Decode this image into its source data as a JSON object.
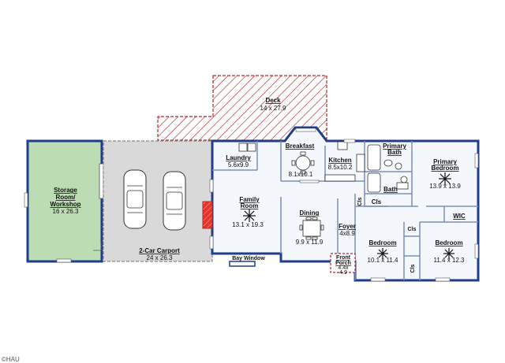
{
  "colors": {
    "wall": "#1f3d8a",
    "interior": "#f4f8fd",
    "storage_fill": "#bcdcb4",
    "carport_fill": "#d9d9d9",
    "hatch": "#b3262b",
    "fireplace": "#e5332a",
    "stair_fill": "#ffffff"
  },
  "rooms": {
    "deck": {
      "name": "Deck",
      "dims": "14 x 27.9"
    },
    "storage": {
      "line1": "Storage",
      "line2": "Room/",
      "line3": "Workshop",
      "dims": "16 x 26.3"
    },
    "carport": {
      "name": "2-Car Carport",
      "dims": "24 x 26.3"
    },
    "laundry": {
      "name": "Laundry",
      "dims": "5.6x9.9"
    },
    "breakfast": {
      "name": "Breakfast",
      "dims": "8.1x10.1"
    },
    "kitchen": {
      "name": "Kitchen",
      "dims": "8.5x10.2"
    },
    "family": {
      "line1": "Family",
      "line2": "Room",
      "dims": "13.1 x 19.3"
    },
    "dining": {
      "name": "Dining",
      "dims": "9.9 x 11.9"
    },
    "foyer": {
      "name": "Foyer",
      "dims": "4x8.9"
    },
    "porch": {
      "line1": "Front",
      "line2": "Porch",
      "dims": "4.4x",
      "dims2": "4.9"
    },
    "primary_bath": {
      "line1": "Primary",
      "line2": "Bath"
    },
    "bath": {
      "name": "Bath"
    },
    "primary_bedroom": {
      "line1": "Primary",
      "line2": "Bedroom",
      "dims": "13.9 x 13.9"
    },
    "wic": {
      "name": "WIC"
    },
    "bedroom2": {
      "name": "Bedroom",
      "dims": "10.1 x 11.4"
    },
    "bedroom3": {
      "name": "Bedroom",
      "dims": "11.4 x 12.3"
    },
    "bay": {
      "name": "Bay Window"
    },
    "cls1": {
      "name": "Cls"
    },
    "cls2": {
      "name": "Cls"
    },
    "cls3": {
      "name": "Cls"
    },
    "cls4": {
      "name": "Cls"
    }
  },
  "corner_text": "©HAU"
}
